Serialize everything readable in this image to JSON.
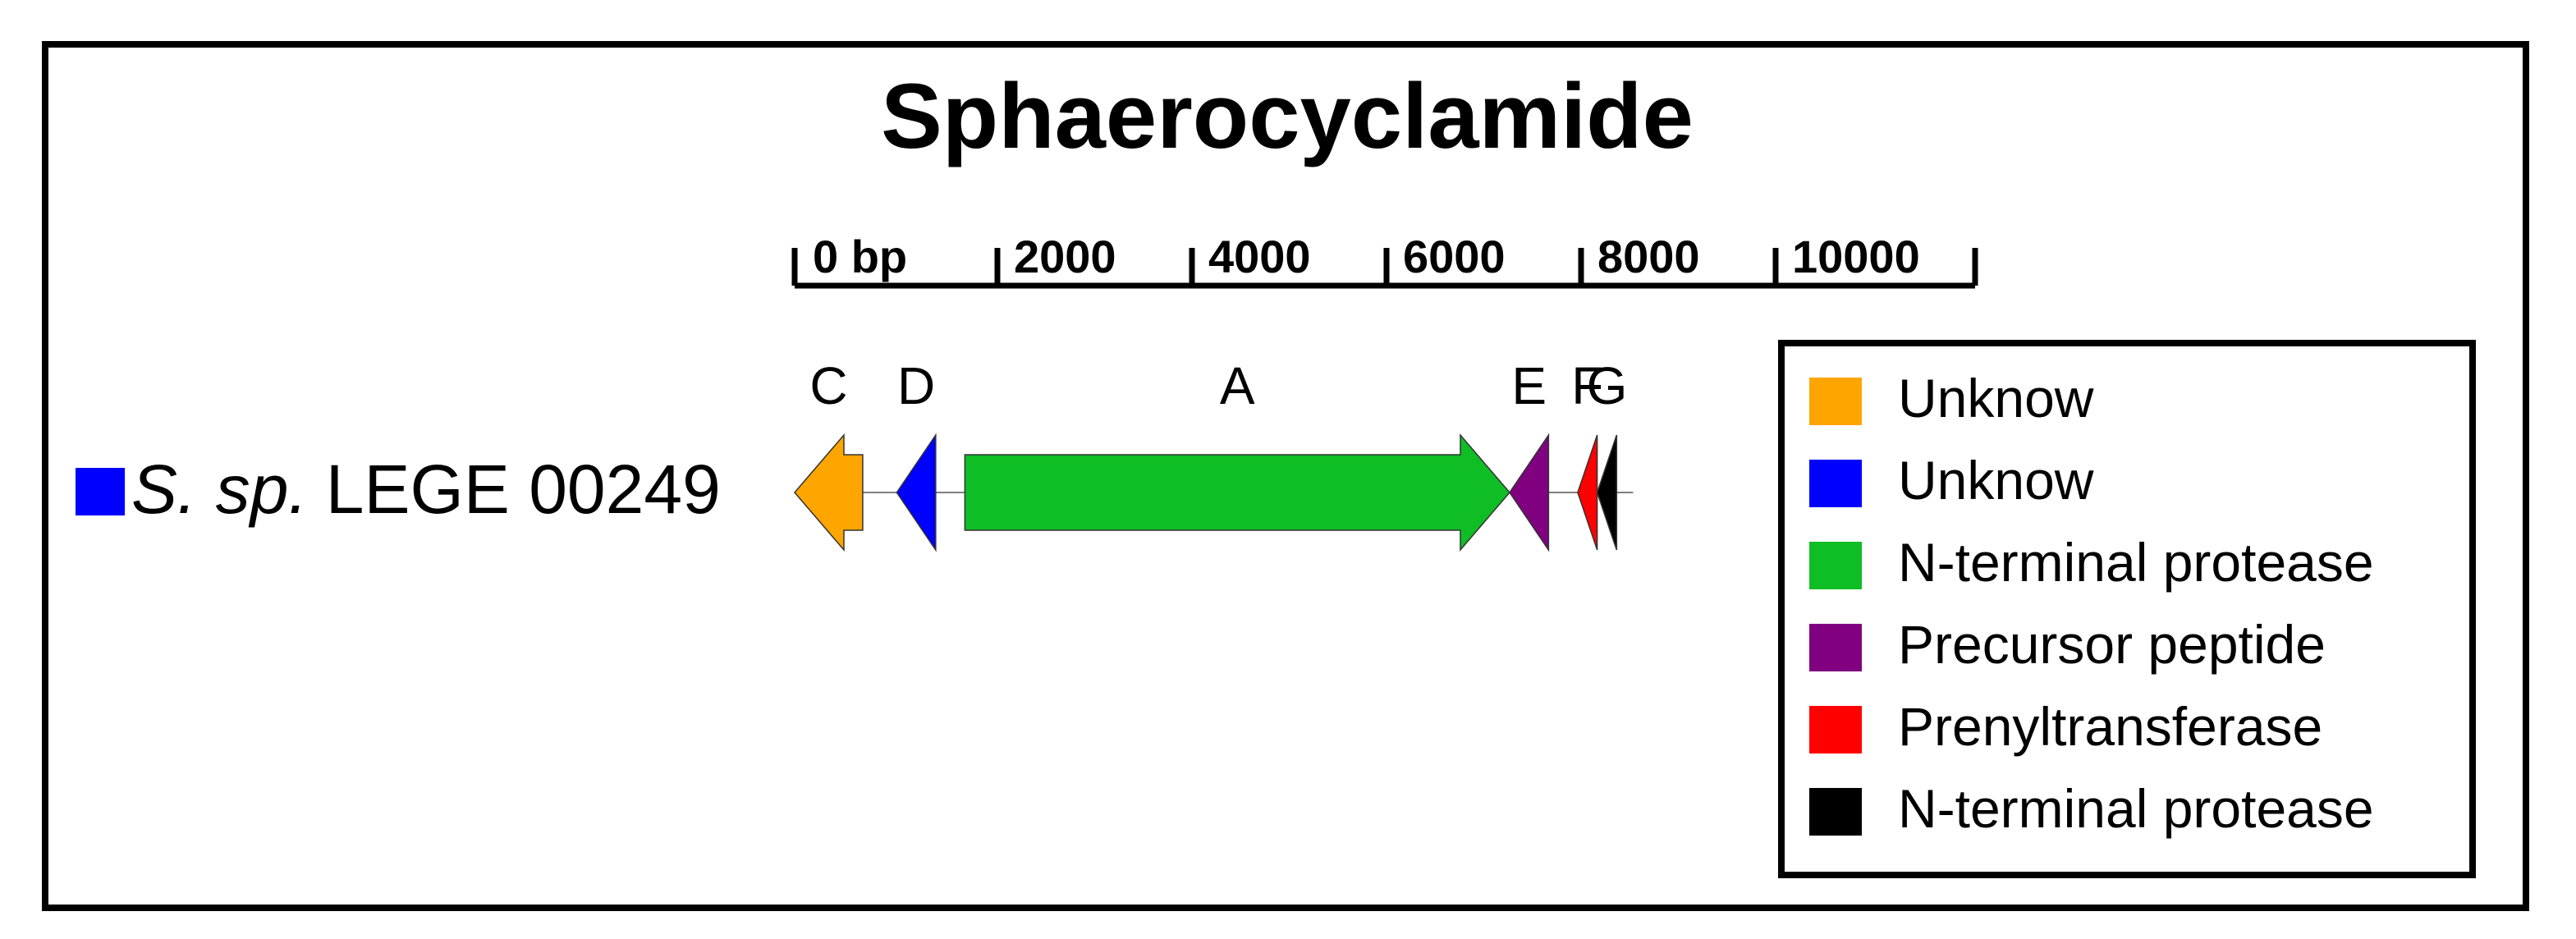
{
  "title": "Sphaerocyclamide",
  "scale": {
    "unit_label": "0 bp",
    "ticks": [
      {
        "value": 0,
        "label": "0 bp"
      },
      {
        "value": 2000,
        "label": "2000"
      },
      {
        "value": 4000,
        "label": "4000"
      },
      {
        "value": 6000,
        "label": "6000"
      },
      {
        "value": 8000,
        "label": "8000"
      },
      {
        "value": 10000,
        "label": "10000"
      }
    ],
    "max": 12000
  },
  "organism": {
    "marker_color": "#0000ff",
    "name_italic": "S. sp.",
    "name_rest": "LEGE 00249"
  },
  "genes": [
    {
      "id": "C",
      "label": "C",
      "start": 0,
      "end": 700,
      "strand": "-",
      "color": "#ffa500",
      "legend_index": 0
    },
    {
      "id": "D",
      "label": "D",
      "start": 1050,
      "end": 1450,
      "strand": "-",
      "color": "#0000ff",
      "legend_index": 1
    },
    {
      "id": "A",
      "label": "A",
      "start": 1750,
      "end": 7350,
      "strand": "+",
      "color": "#0fbd24",
      "legend_index": 2
    },
    {
      "id": "E",
      "label": "E",
      "start": 7350,
      "end": 7750,
      "strand": "-",
      "color": "#800080",
      "legend_index": 3
    },
    {
      "id": "F",
      "label": "F",
      "start": 8050,
      "end": 8250,
      "strand": "-",
      "color": "#ff0000",
      "legend_index": 4
    },
    {
      "id": "G",
      "label": "G",
      "start": 8250,
      "end": 8450,
      "strand": "-",
      "color": "#000000",
      "legend_index": 5
    }
  ],
  "locus_end": 8450,
  "legend": [
    {
      "color": "#ffa500",
      "label": "Unknow"
    },
    {
      "color": "#0000ff",
      "label": "Unknow"
    },
    {
      "color": "#0fbd24",
      "label": "N-terminal protease"
    },
    {
      "color": "#800080",
      "label": "Precursor peptide"
    },
    {
      "color": "#ff0000",
      "label": "Prenyltransferase"
    },
    {
      "color": "#000000",
      "label": "N-terminal protease"
    }
  ]
}
